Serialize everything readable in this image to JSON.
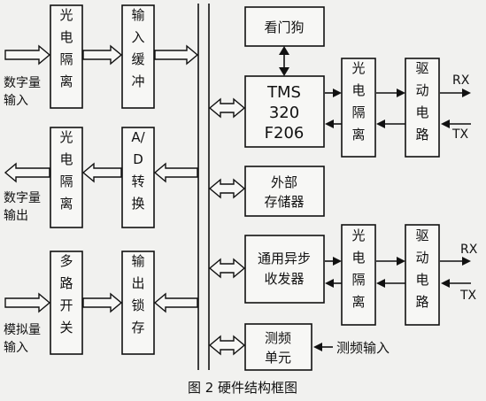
{
  "blocks": {
    "opto_in": "光电隔离",
    "input_buffer": "输入缓冲",
    "opto_out": "光电隔离",
    "ad_convert": "A/D转换",
    "mux": "多路开关",
    "output_latch": "输出锁存",
    "watchdog": "看门狗",
    "dsp": [
      "TMS",
      "320",
      "F206"
    ],
    "opto_dsp": "光电隔离",
    "driver_dsp": "驱动电路",
    "external_memory": [
      "外部",
      "存储器"
    ],
    "uart": [
      "通用异步",
      "收发器"
    ],
    "opto_uart": "光电隔离",
    "driver_uart": "驱动电路",
    "freq_unit": [
      "测频",
      "单元"
    ]
  },
  "labels": {
    "digital_in": [
      "数字量",
      "输入"
    ],
    "digital_out": [
      "数字量",
      "输出"
    ],
    "analog_in": [
      "模拟量",
      "输入"
    ],
    "rx_1": "RX",
    "tx_1": "TX",
    "rx_2": "RX",
    "tx_2": "TX",
    "freq_input": "测频输入"
  },
  "caption": "图 2  硬件结构框图"
}
